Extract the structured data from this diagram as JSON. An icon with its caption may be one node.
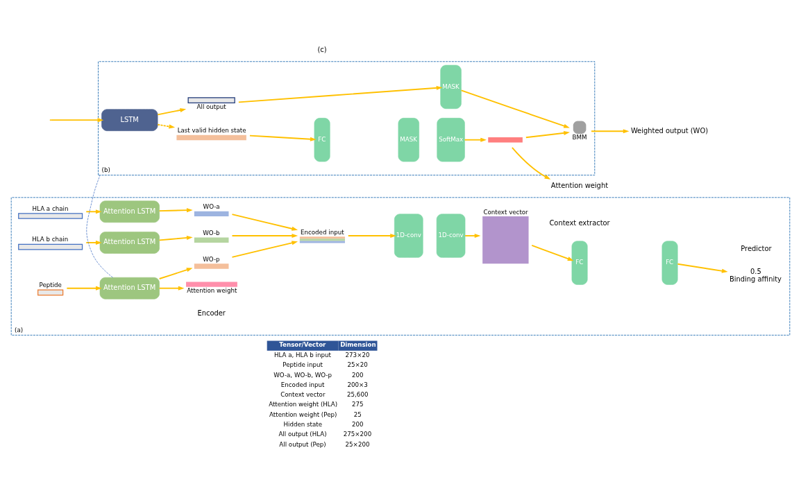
{
  "diagram": {
    "nodes": [
      {
        "text": [
          "(a)"
        ]
      },
      {
        "text": [
          "HLA a chain"
        ],
        "in": 0
      },
      {
        "text": [
          "HLA b chain"
        ],
        "in": 0
      },
      {
        "text": [
          "Peptide"
        ],
        "in": 0
      },
      {
        "text": [
          "Attention LSTM"
        ],
        "in": 0
      },
      {
        "text": [
          "Attention LSTM"
        ],
        "in": 0
      },
      {
        "text": [
          "Attention LSTM"
        ],
        "in": 0
      },
      {
        "text": [
          "WO-a"
        ],
        "in": 0
      },
      {
        "text": [
          "WO-b"
        ],
        "in": 0
      },
      {
        "text": [
          "WO-p"
        ],
        "in": 0
      },
      {
        "text": [
          "Attention weight"
        ],
        "in": 0
      },
      {
        "text": [
          "Encoded input"
        ],
        "in": 0
      },
      {
        "text": [
          "1D-conv"
        ],
        "in": 0
      },
      {
        "text": [
          "1D-conv"
        ],
        "in": 0
      },
      {
        "text": [
          "Context vector"
        ],
        "in": 0
      },
      {
        "text": [
          "FC"
        ],
        "in": 0
      },
      {
        "text": [
          "FC"
        ],
        "in": 0
      },
      {
        "text": [
          "0.5",
          "Binding affinity"
        ],
        "in": 0
      },
      {
        "text": [
          "(b)"
        ]
      },
      {
        "text": [
          "LSTM"
        ],
        "in": 18
      },
      {
        "text": [
          "Last valid hidden state"
        ],
        "in": 18
      },
      {
        "text": [
          "FC"
        ],
        "in": 18
      },
      {
        "text": [
          "MASK"
        ],
        "in": 18
      },
      {
        "text": [
          "SoftMax"
        ],
        "in": 18
      },
      {
        "text": [],
        "shape": "bar",
        "in": 18
      },
      {
        "text": [
          "All output"
        ],
        "in": 18
      },
      {
        "text": [
          "MASK"
        ],
        "in": 18
      },
      {
        "text": [
          "BMM"
        ],
        "in": 18
      },
      {
        "text": [
          "Attention weight"
        ]
      },
      {
        "text": [
          "Weighted output (WO)"
        ]
      }
    ],
    "edges": [
      {
        "from": 1,
        "to": 4,
        "arrow": "to"
      },
      {
        "from": 2,
        "to": 5,
        "arrow": "to"
      },
      {
        "from": 3,
        "to": 6,
        "arrow": "to"
      },
      {
        "from": 4,
        "to": 7,
        "arrow": "to"
      },
      {
        "from": 5,
        "to": 8,
        "arrow": "to"
      },
      {
        "from": 6,
        "to": 9,
        "arrow": "to"
      },
      {
        "from": 6,
        "to": 10,
        "arrow": "to"
      },
      {
        "from": 7,
        "to": 11,
        "arrow": "to"
      },
      {
        "from": 8,
        "to": 11,
        "arrow": "to"
      },
      {
        "from": 9,
        "to": 11,
        "arrow": "to"
      },
      {
        "from": 11,
        "to": 12,
        "arrow": "to"
      },
      {
        "from": 13,
        "to": 14,
        "arrow": "to"
      },
      {
        "from": 14,
        "to": 15,
        "arrow": "to"
      },
      {
        "from": 16,
        "to": 17,
        "arrow": "to"
      },
      {
        "from": 6,
        "to": 18,
        "arrow": "none",
        "style": "dashed",
        "color": "#4472c4"
      },
      {
        "from": null,
        "to": 19,
        "arrow": "to"
      },
      {
        "from": 19,
        "to": 20,
        "arrow": "to",
        "style": "dashed"
      },
      {
        "from": 19,
        "to": 25,
        "arrow": "to"
      },
      {
        "from": 20,
        "to": 21,
        "arrow": "to"
      },
      {
        "from": 23,
        "to": 24,
        "arrow": "to"
      },
      {
        "from": 24,
        "to": 28,
        "arrow": "to"
      },
      {
        "from": 24,
        "to": 27,
        "arrow": "to"
      },
      {
        "from": 25,
        "to": 26,
        "arrow": "to"
      },
      {
        "from": 26,
        "to": 27,
        "arrow": "to"
      },
      {
        "from": 27,
        "to": 29,
        "arrow": "to"
      }
    ],
    "labels": [
      "Encoder",
      "Context extractor",
      "Predictor",
      "Tensor/Vector",
      "Dimension",
      "HLA a, HLA b input",
      "273×20",
      "Peptide input",
      "25×20",
      "WO-a, WO-b, WO-p",
      "200",
      "Encoded input",
      "200×3",
      "Context vector",
      "25,600",
      "Attention weight (HLA)",
      "275",
      "Attention weight (Pep)",
      "25",
      "Hidden state",
      "200",
      "All output (HLA)",
      "275×200",
      "All output (Pep)",
      "25×200",
      "(c)"
    ]
  }
}
